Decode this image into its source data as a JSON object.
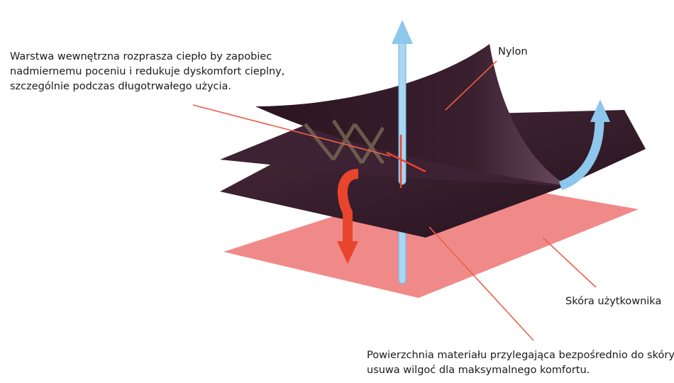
{
  "labels": {
    "inner_layer": [
      "Warstwa wewnętrzna rozprasza ciepło by zapobiec",
      "nadmiernemu poceniu i redukuje dyskomfort cieplny,",
      "szczególnie podczas długotrwałego użycia."
    ],
    "nylon": "Nylon",
    "skin": "Skóra użytkownika",
    "surface": [
      "Powierzchnia materiału przylegająca bezpośrednio do skóry",
      "usuwa wilgoć dla maksymalnego komfortu."
    ]
  },
  "colors": {
    "skin": "#f08a88",
    "fabric": "#3a1f2e",
    "heat": "#e8452c",
    "moisture": "#8ec7ec",
    "leader": "#e8604a"
  }
}
